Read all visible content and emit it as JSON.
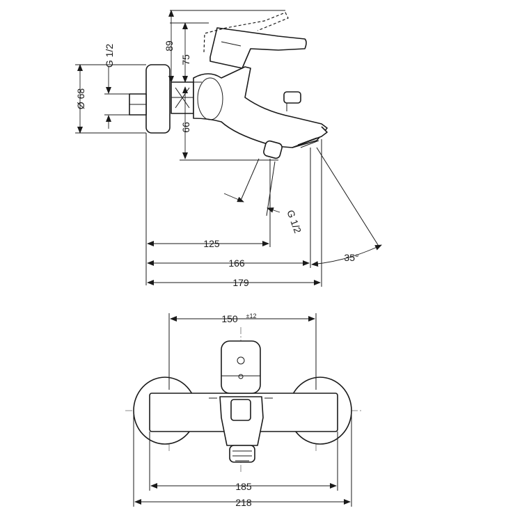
{
  "side_view": {
    "dim_89": "89",
    "dim_75": "75",
    "dim_66": "66",
    "dim_d68": "Ø 68",
    "thread_inlet": "G 1/2",
    "thread_outlet": "G 1/2",
    "dim_125": "125",
    "dim_166": "166",
    "dim_179": "179",
    "angle_35": "35°"
  },
  "front_view": {
    "dim_150": "150",
    "tolerance": "±12",
    "dim_185": "185",
    "dim_218": "218"
  }
}
